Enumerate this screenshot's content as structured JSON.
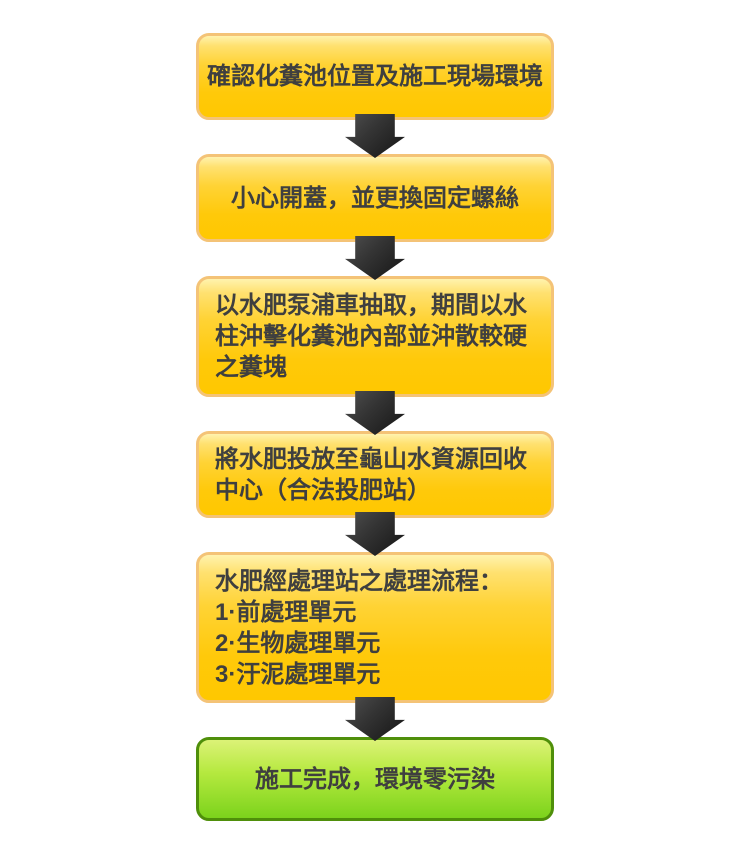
{
  "flowchart": {
    "type": "vertical-process-flow",
    "arrow_icon": "down-block-arrow",
    "steps": [
      {
        "id": 1,
        "variant": "yellow",
        "align": "center",
        "lines": [
          "確認化糞池位置及施工現場環境"
        ]
      },
      {
        "id": 2,
        "variant": "yellow",
        "align": "center",
        "lines": [
          "小心開蓋，並更換固定螺絲"
        ]
      },
      {
        "id": 3,
        "variant": "yellow",
        "align": "left",
        "lines": [
          "以水肥泵浦車抽取，期間以水",
          "柱沖擊化糞池內部並沖散較硬",
          "之糞塊"
        ]
      },
      {
        "id": 4,
        "variant": "yellow",
        "align": "left",
        "lines": [
          "將水肥投放至龜山水資源回收",
          "中心（合法投肥站）"
        ]
      },
      {
        "id": 5,
        "variant": "yellow",
        "align": "left",
        "lines": [
          "水肥經處理站之處理流程：",
          "1·前處理單元",
          "2·生物處理單元",
          "3·汙泥處理單元"
        ]
      },
      {
        "id": 6,
        "variant": "green",
        "align": "center",
        "lines": [
          "施工完成，環境零污染"
        ]
      }
    ],
    "colors": {
      "background": "#ffffff",
      "text": "#3f3f3f",
      "yellow_top": "#fff3ae",
      "yellow_hi": "#ffe170",
      "yellow_mid": "#ffd335",
      "yellow_low": "#ffc90a",
      "yellow_bottom": "#ffc800",
      "yellow_border": "#f4c377",
      "green_top": "#dcf277",
      "green_hi": "#b5e93f",
      "green_bottom": "#7cd31c",
      "green_border": "#4f8f0a",
      "arrow_light": "#505050",
      "arrow_mid": "#353535",
      "arrow_dark": "#141414"
    }
  }
}
